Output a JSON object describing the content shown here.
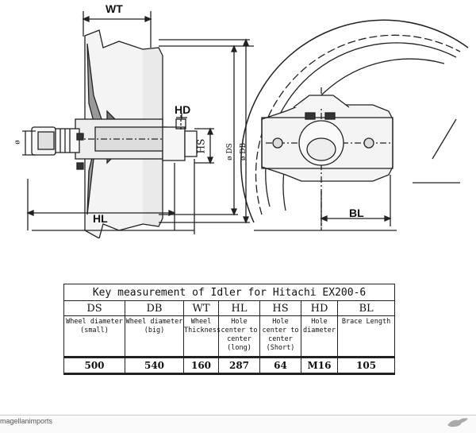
{
  "diagram": {
    "labels": {
      "wt": "WT",
      "hd": "HD",
      "hs": "HS",
      "hl": "HL",
      "bl": "BL",
      "ds": "ø DS",
      "db": "ø DB",
      "shaft": "ø"
    }
  },
  "table": {
    "title": "Key measurement of Idler for Hitachi EX200-6",
    "columns": [
      {
        "code": "DS",
        "desc": "Wheel diameter (small)",
        "value": "500"
      },
      {
        "code": "DB",
        "desc": "Wheel diameter (big)",
        "value": "540"
      },
      {
        "code": "WT",
        "desc": "Wheel Thickness",
        "value": "160"
      },
      {
        "code": "HL",
        "desc": "Hole center to center (long)",
        "value": "287"
      },
      {
        "code": "HS",
        "desc": "Hole center to center (Short)",
        "value": "64"
      },
      {
        "code": "HD",
        "desc": "Hole diameter",
        "value": "M16"
      },
      {
        "code": "BL",
        "desc": "Brace Length",
        "value": "105"
      }
    ]
  },
  "footer": {
    "brand": "magellanimports",
    "logo_icon": "bird-icon"
  },
  "colors": {
    "line": "#222222",
    "fill_dark": "#555555"
  }
}
